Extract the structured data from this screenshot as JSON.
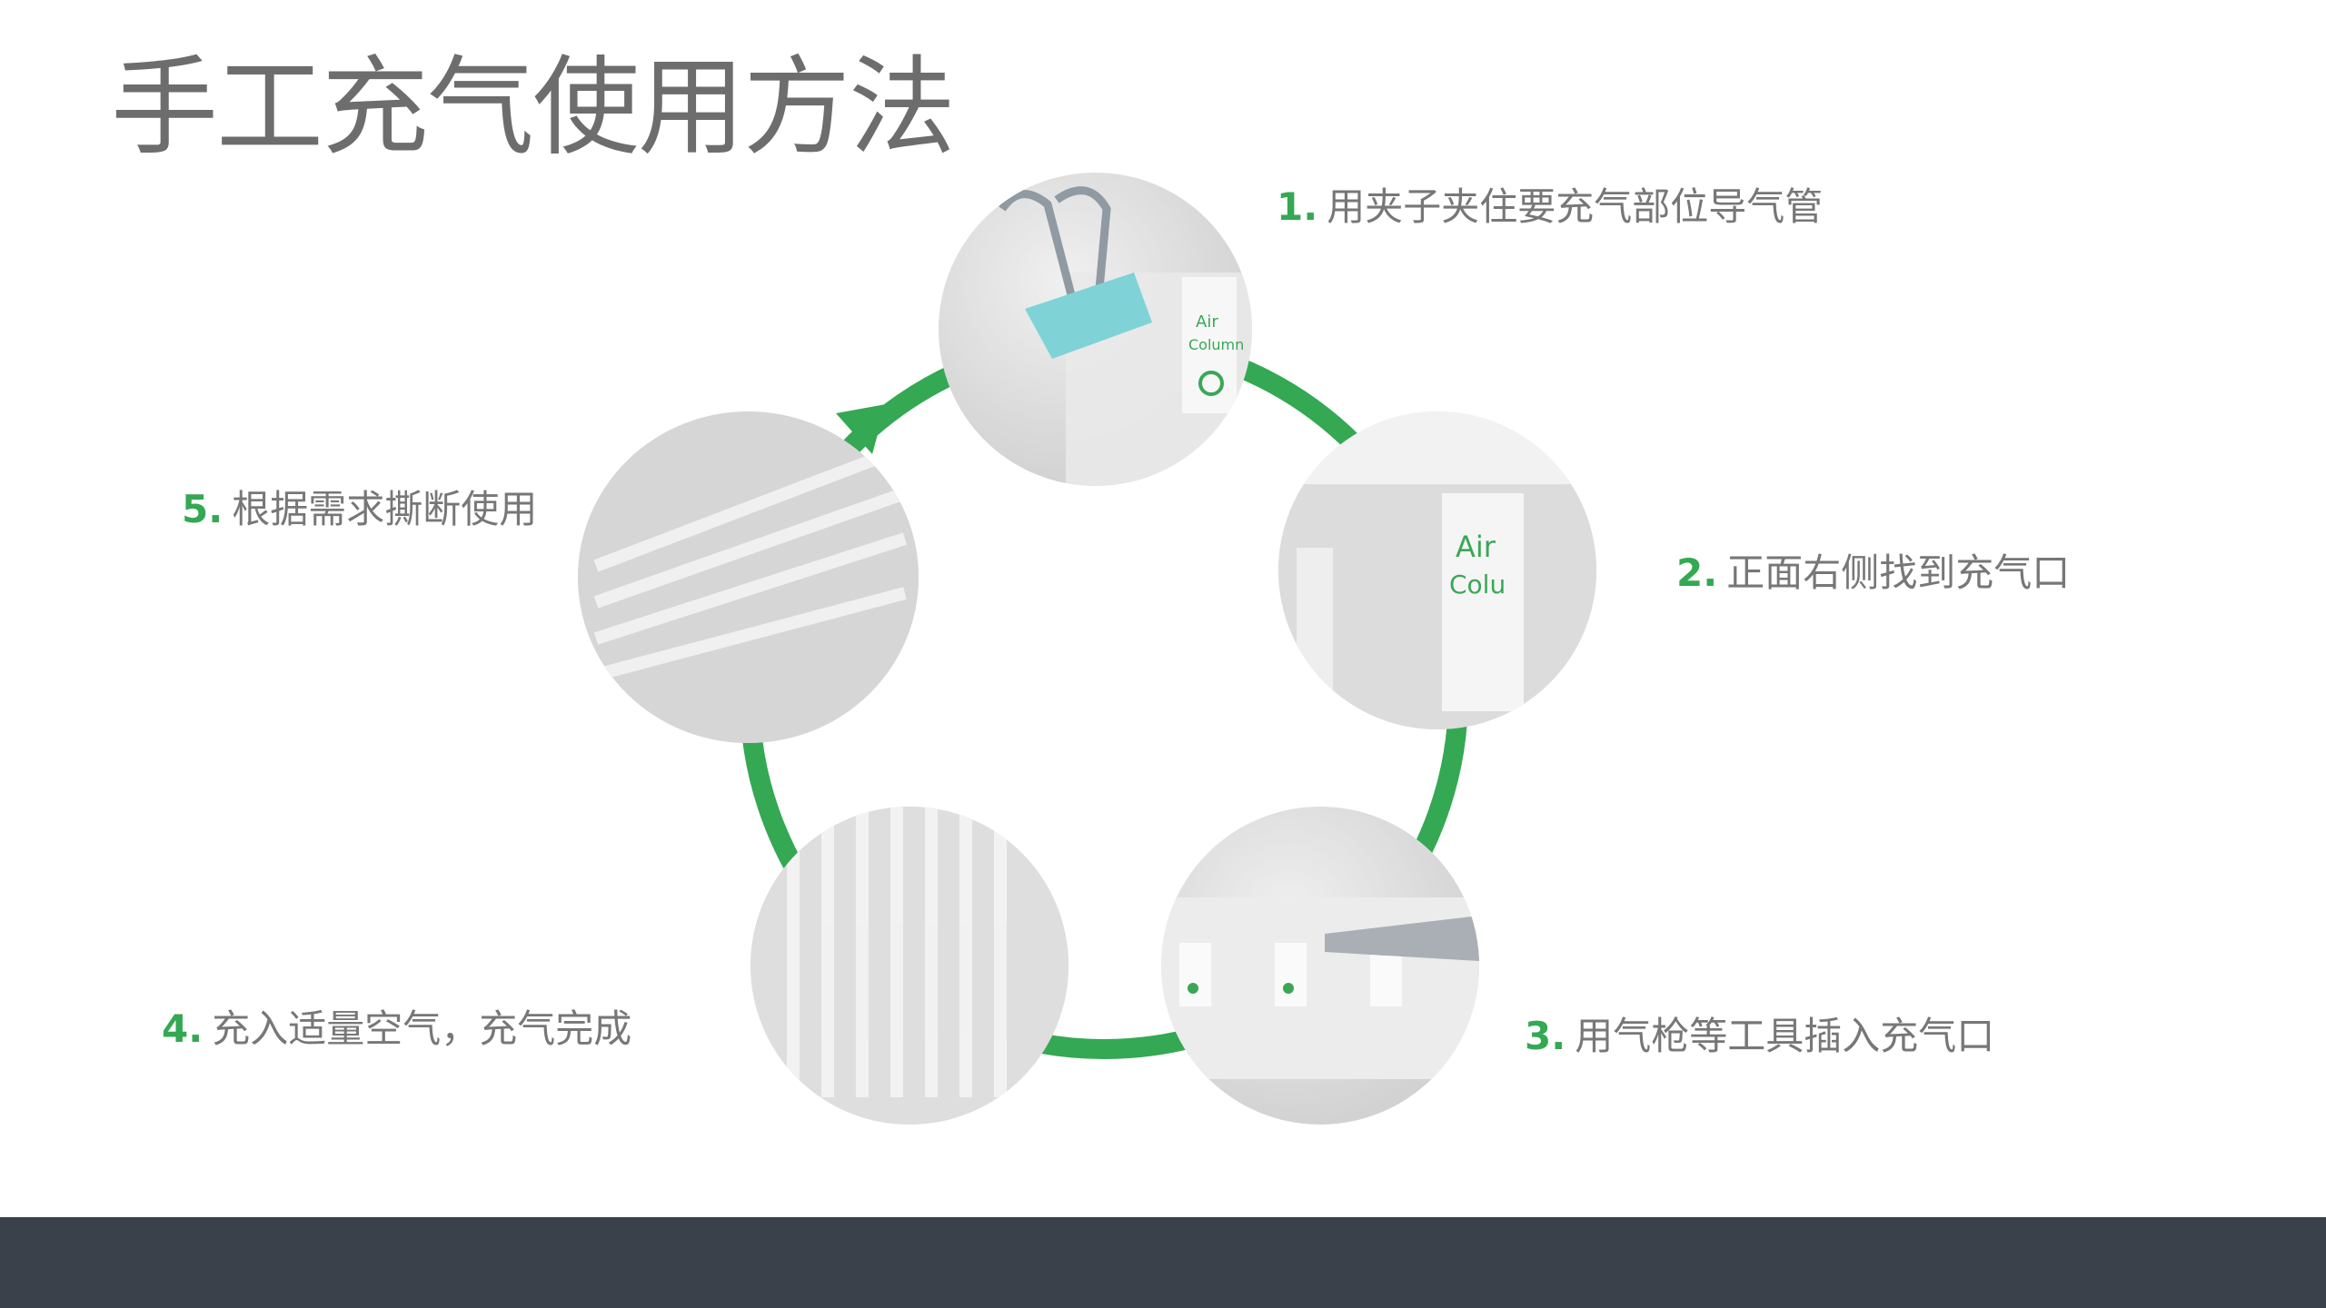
{
  "title": "手工充气使用方法",
  "colors": {
    "accent": "#34a853",
    "title_text": "#6d6d6d",
    "body_text": "#777777",
    "footer": "#3b414a"
  },
  "steps": [
    {
      "num": "1.",
      "text": "用夹子夹住要充气部位导气管"
    },
    {
      "num": "2.",
      "text": "正面右侧找到充气口"
    },
    {
      "num": "3.",
      "text": "用气枪等工具插入充气口"
    },
    {
      "num": "4.",
      "text": "充入适量空气，充气完成"
    },
    {
      "num": "5.",
      "text": "根据需求撕断使用"
    }
  ],
  "photos": [
    {
      "subject": "binder-clip-photo"
    },
    {
      "subject": "inflation-valve-photo"
    },
    {
      "subject": "air-gun-photo"
    },
    {
      "subject": "inflated-columns-photo"
    },
    {
      "subject": "tear-strips-photo"
    }
  ]
}
